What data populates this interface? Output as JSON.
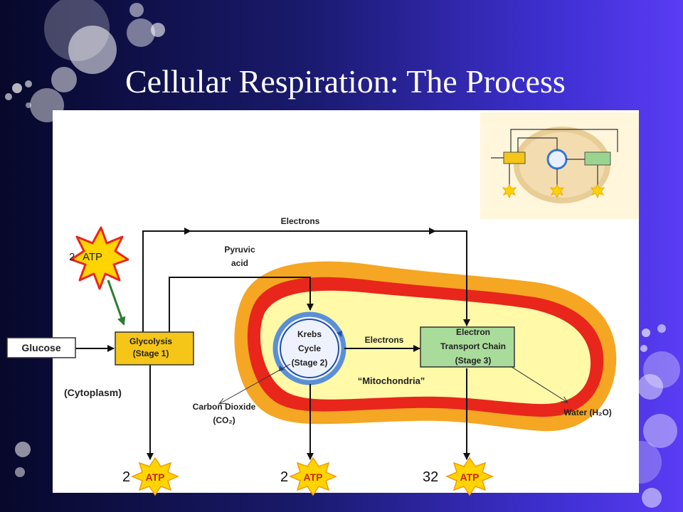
{
  "slide": {
    "title": "Cellular Respiration: The Process",
    "colors": {
      "bg_left": "#07082a",
      "bg_right": "#5a3cf4",
      "mito_outer": "#f5a623",
      "mito_inner": "#fff9a8",
      "mito_red": "#e8261b"
    }
  },
  "diagram": {
    "glucose_label": "Glucose",
    "glycolysis_line1": "Glycolysis",
    "glycolysis_line2": "(Stage 1)",
    "cytoplasm_label": "(Cytoplasm)",
    "electrons_top_label": "Electrons",
    "pyruvic_line1": "Pyruvic",
    "pyruvic_line2": "acid",
    "krebs_line1": "Krebs",
    "krebs_line2": "Cycle",
    "krebs_line3": "(Stage 2)",
    "electrons_mid_label": "Electrons",
    "etc_line1": "Electron",
    "etc_line2": "Transport Chain",
    "etc_line3": "(Stage 3)",
    "mitochondria_label": "“Mitochondria”",
    "co2_line1": "Carbon Dioxide",
    "co2_line2": "(CO₂)",
    "water_label": "Water (H₂O)",
    "atp_input": {
      "count": "2",
      "label": "ATP"
    },
    "atp_outputs": [
      {
        "count": "2",
        "label": "ATP"
      },
      {
        "count": "2",
        "label": "ATP"
      },
      {
        "count": "32",
        "label": "ATP"
      }
    ]
  }
}
